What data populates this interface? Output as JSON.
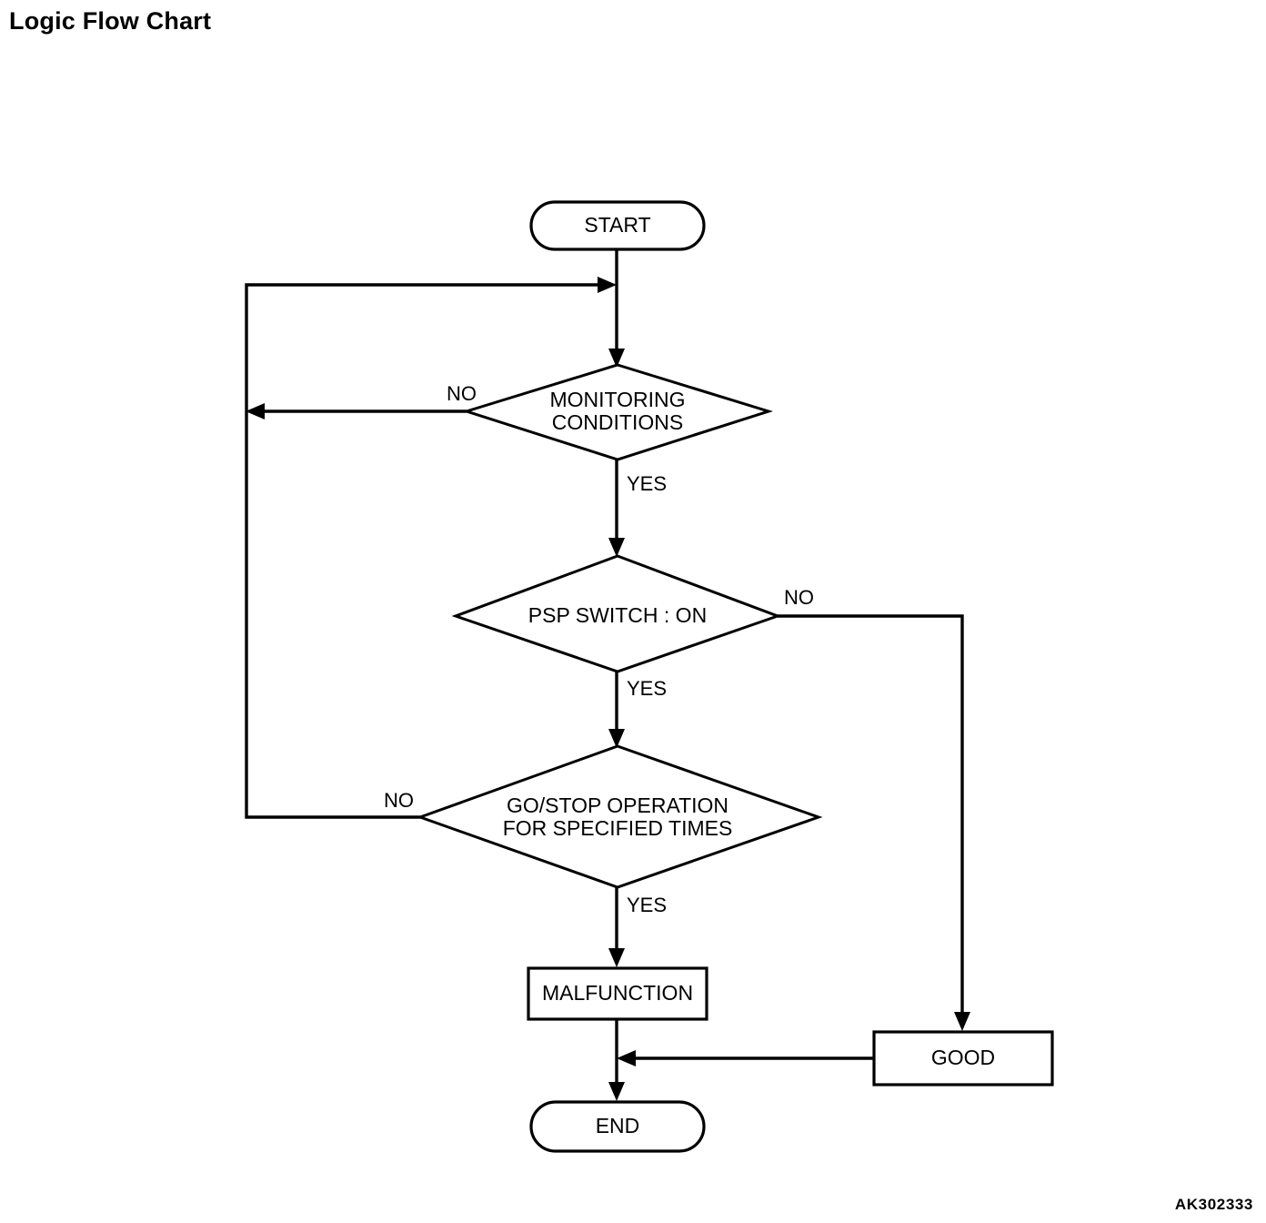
{
  "page": {
    "title": "Logic Flow Chart",
    "figure_code": "AK302333",
    "background_color": "#ffffff",
    "line_color": "#000000"
  },
  "chart_data": {
    "type": "diagram",
    "diagram_kind": "flowchart",
    "title": "Logic Flow Chart",
    "orientation": "top-to-bottom",
    "nodes": [
      {
        "id": "start",
        "shape": "terminator",
        "label": "START"
      },
      {
        "id": "monitoring",
        "shape": "decision",
        "label": "MONITORING CONDITIONS",
        "line1": "MONITORING",
        "line2": "CONDITIONS"
      },
      {
        "id": "psp",
        "shape": "decision",
        "label": "PSP SWITCH : ON",
        "line1": "PSP SWITCH : ON",
        "line2": ""
      },
      {
        "id": "gostop",
        "shape": "decision",
        "label": "GO/STOP OPERATION FOR SPECIFIED TIMES",
        "line1": "GO/STOP OPERATION",
        "line2": "FOR SPECIFIED TIMES"
      },
      {
        "id": "malfunction",
        "shape": "process",
        "label": "MALFUNCTION"
      },
      {
        "id": "good",
        "shape": "process",
        "label": "GOOD"
      },
      {
        "id": "end",
        "shape": "terminator",
        "label": "END"
      }
    ],
    "edges": [
      {
        "from": "start",
        "to": "monitoring",
        "label": ""
      },
      {
        "from": "monitoring",
        "to": "start",
        "label": "NO",
        "routing": "left-loop-back-to-start-input"
      },
      {
        "from": "monitoring",
        "to": "psp",
        "label": "YES"
      },
      {
        "from": "psp",
        "to": "good",
        "label": "NO",
        "routing": "right-down"
      },
      {
        "from": "psp",
        "to": "gostop",
        "label": "YES"
      },
      {
        "from": "gostop",
        "to": "start",
        "label": "NO",
        "routing": "left-loop-back-to-start-input"
      },
      {
        "from": "gostop",
        "to": "malfunction",
        "label": "YES"
      },
      {
        "from": "malfunction",
        "to": "end",
        "label": ""
      },
      {
        "from": "good",
        "to": "end",
        "label": "",
        "routing": "left-into-end-line"
      }
    ],
    "edge_labels": {
      "monitoring_no": "NO",
      "monitoring_yes": "YES",
      "psp_no": "NO",
      "psp_yes": "YES",
      "gostop_no": "NO",
      "gostop_yes": "YES"
    }
  }
}
